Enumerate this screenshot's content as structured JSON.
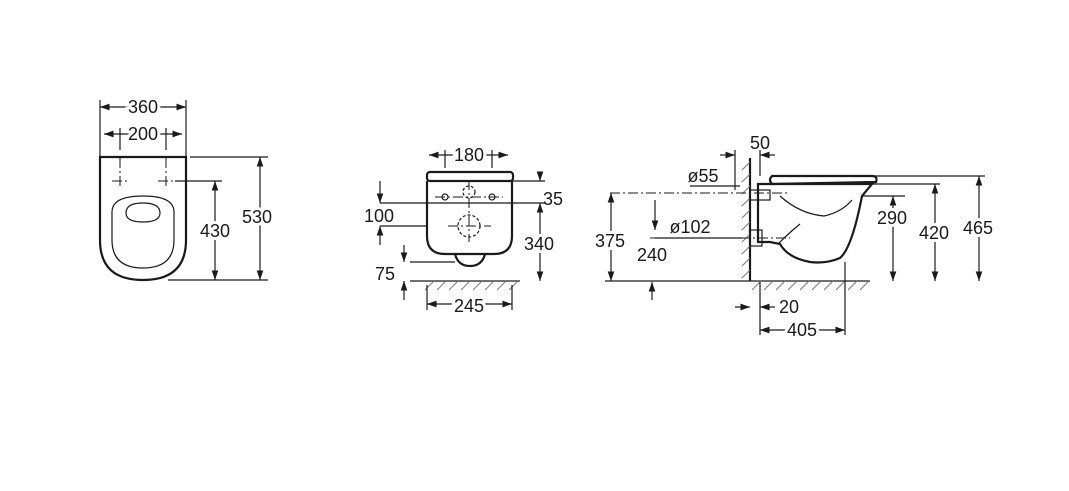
{
  "front_view": {
    "width_total": "360",
    "fixing_spacing": "200",
    "fixing_to_back": "430",
    "length_total": "530"
  },
  "back_view": {
    "fixing_spacing": "180",
    "fixing_height": "35",
    "inlet_height": "100",
    "bowl_height": "340",
    "outlet_height": "75",
    "rim_width": "245"
  },
  "side_view": {
    "wall_offset": "50",
    "inlet_diameter": "ø55",
    "outlet_diameter": "ø102",
    "inlet_axis_height": "375",
    "outlet_axis_height": "240",
    "seat_height_body": "290",
    "rim_height": "420",
    "total_height": "465",
    "outlet_projection": "20",
    "bowl_projection": "405"
  }
}
